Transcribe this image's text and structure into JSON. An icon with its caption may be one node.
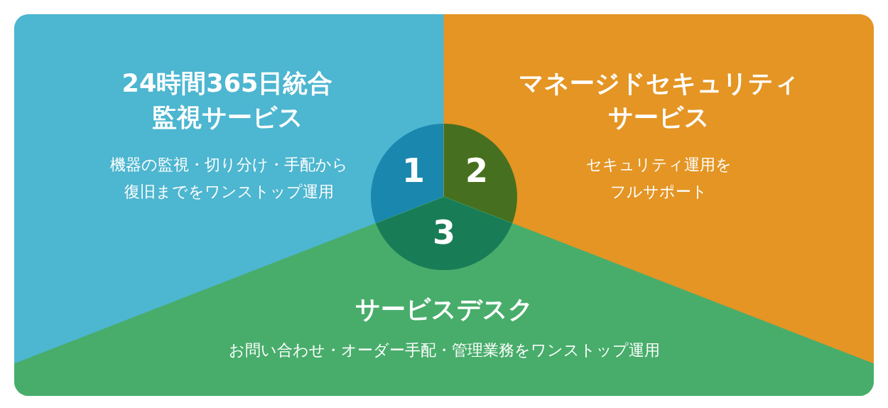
{
  "diagram": {
    "nodes": [
      {
        "text": [
          "24時間365日統合監視サービス",
          "機器の監視・切り分け・手配から復旧までをワンストップ運用"
        ]
      },
      {
        "text": [
          "マネージドセキュリティサービス",
          "セキュリティ運用をフルサポート"
        ]
      },
      {
        "text": [
          "サービスデスク",
          "お問い合わせ・オーダー手配・管理業務をワンストップ運用"
        ]
      },
      {
        "text": [
          "1"
        ],
        "in": 0
      },
      {
        "text": [
          "2"
        ],
        "in": 1
      },
      {
        "text": [
          "3"
        ],
        "in": 2
      }
    ]
  }
}
